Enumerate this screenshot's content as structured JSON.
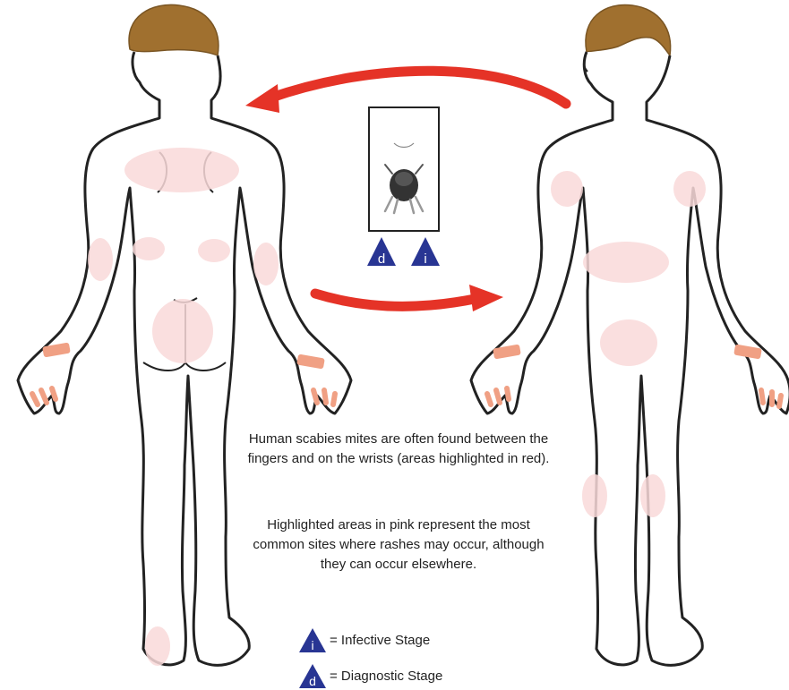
{
  "caption_1": "Human scabies mites are often found between the fingers and on the wrists (areas highlighted in red).",
  "caption_2": "Highlighted areas in pink represent the most common sites where rashes may occur, although they can occur elsewhere.",
  "stage_badges": {
    "d": "d",
    "i": "i"
  },
  "legend": {
    "infective": {
      "symbol": "i",
      "label": "= Infective Stage"
    },
    "diagnostic": {
      "symbol": "d",
      "label": "= Diagnostic Stage"
    }
  },
  "colors": {
    "arrow_red": "#e53327",
    "hair_brown": "#a0702f",
    "rash_pink": "#f9d9d9",
    "mite_red": "#f0a084",
    "badge_blue": "#283593",
    "outline": "#222222"
  }
}
